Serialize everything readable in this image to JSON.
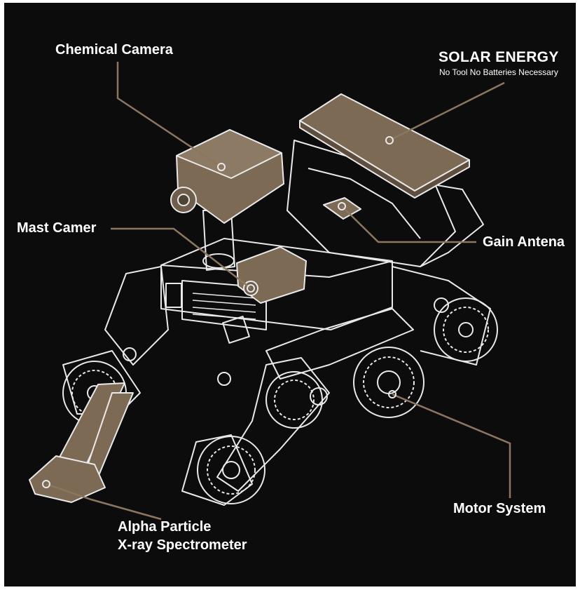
{
  "colors": {
    "background": "#0c0c0c",
    "frame": "#ffffff",
    "wireframe": "#e9e9e9",
    "highlight_fill": "#7d6a55",
    "leader_line": "#8b7760",
    "label_text": "#ffffff"
  },
  "labels": {
    "solar_title": "SOLAR ENERGY",
    "solar_subtitle": "No Tool No Batteries Necessary",
    "chemical_camera": "Chemical Camera",
    "mast_camera": "Mast Camer",
    "gain_antenna": "Gain Antena",
    "motor_system": "Motor System",
    "alpha_line1": "Alpha Particle",
    "alpha_line2": "X-ray Spectrometer"
  }
}
